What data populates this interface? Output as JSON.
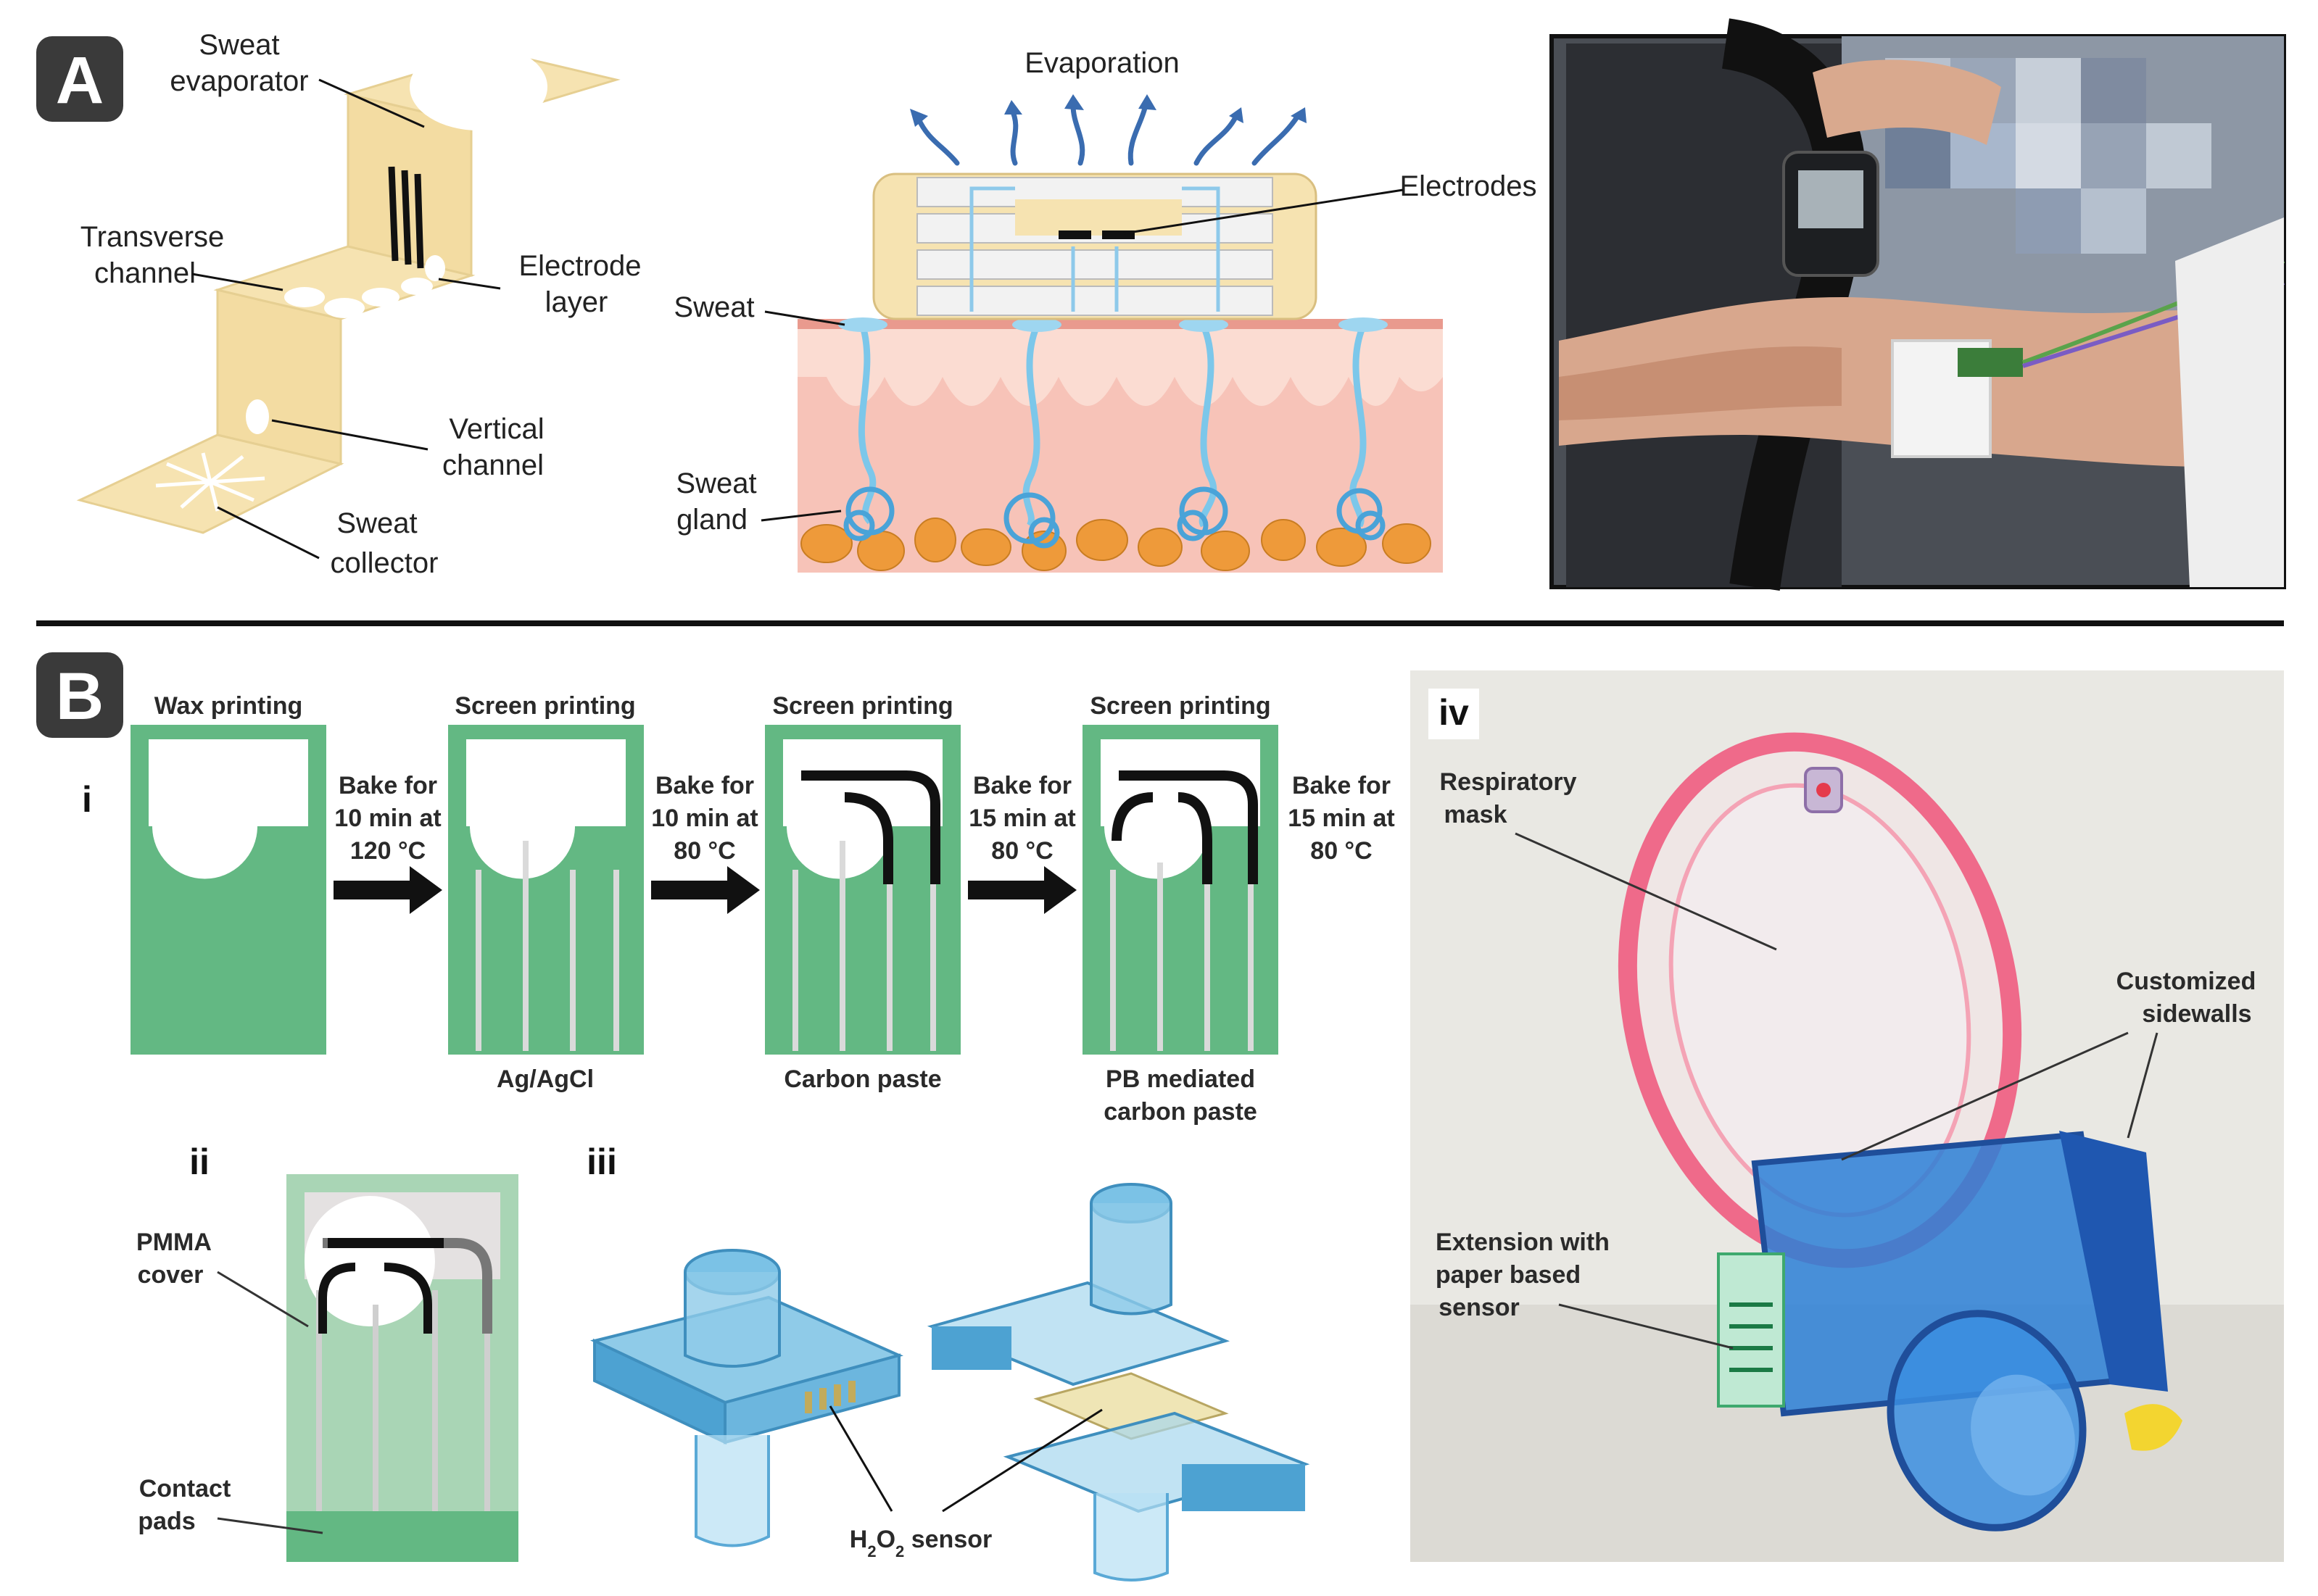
{
  "panelA": {
    "letter": "A",
    "labels": {
      "sweat_evaporator_1": "Sweat",
      "sweat_evaporator_2": "evaporator",
      "transverse_1": "Transverse",
      "transverse_2": "channel",
      "electrode_1": "Electrode",
      "electrode_2": "layer",
      "vertical_1": "Vertical",
      "vertical_2": "channel",
      "collector_1": "Sweat",
      "collector_2": "collector",
      "evaporation": "Evaporation",
      "electrodes": "Electrodes",
      "sweat": "Sweat",
      "gland_1": "Sweat",
      "gland_2": "gland"
    }
  },
  "panelB": {
    "letter": "B",
    "sub_i": "i",
    "sub_ii": "ii",
    "sub_iii": "iii",
    "sub_iv": "iv",
    "steps": [
      {
        "title": "Wax printing",
        "bottom1": "",
        "bottom2": ""
      },
      {
        "title": "Screen printing",
        "bottom1": "Ag/AgCl",
        "bottom2": ""
      },
      {
        "title": "Screen printing",
        "bottom1": "Carbon paste",
        "bottom2": ""
      },
      {
        "title": "Screen printing",
        "bottom1": "PB mediated",
        "bottom2": "carbon paste"
      }
    ],
    "bakes": [
      {
        "l1": "Bake for",
        "l2": "10 min at",
        "l3": "120 °C"
      },
      {
        "l1": "Bake for",
        "l2": "10 min at",
        "l3": "80 °C"
      },
      {
        "l1": "Bake for",
        "l2": "15 min at",
        "l3": "80 °C"
      },
      {
        "l1": "Bake for",
        "l2": "15 min at",
        "l3": "80 °C"
      }
    ],
    "ii_labels": {
      "pmma_1": "PMMA",
      "pmma_2": "cover",
      "pads_1": "Contact",
      "pads_2": "pads"
    },
    "iii_label_prefix": "H",
    "iii_label_sub": "2",
    "iii_label_mid": "O",
    "iii_label_sub2": "2",
    "iii_label_suffix": " sensor",
    "iv_labels": {
      "mask_1": "Respiratory",
      "mask_2": "mask",
      "side_1": "Customized",
      "side_2": "sidewalls",
      "ext_1": "Extension with",
      "ext_2": "paper based",
      "ext_3": "sensor"
    }
  },
  "colors": {
    "green": "#63b883",
    "paper": "#f6e3b1",
    "paper_edge": "#e6cf92",
    "skin": "#f4b9b0",
    "skin_light": "#fbd9cf",
    "fat": "#ee9a3a",
    "sweat_blue": "#7cc7ea",
    "arrow_blue": "#3a6cb0",
    "mask_pink": "#ef6a8a",
    "device_blue": "#1f6fc9",
    "badge": "#3a3a3a"
  }
}
